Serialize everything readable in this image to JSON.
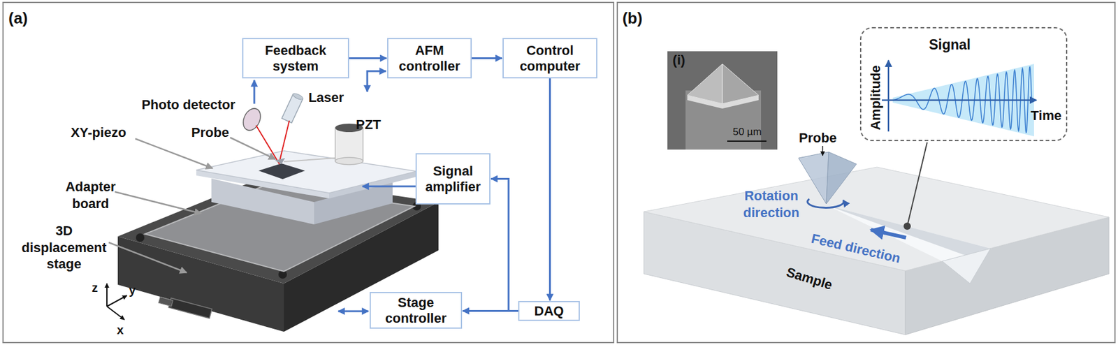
{
  "diagram": {
    "nodes": [
      {
        "text": [
          "Feedback system"
        ]
      },
      {
        "text": [
          "AFM controller"
        ]
      },
      {
        "text": [
          "Control computer"
        ]
      },
      {
        "text": [
          "Signal amplifier"
        ]
      },
      {
        "text": [
          "Stage controller"
        ]
      },
      {
        "text": [
          "DAQ"
        ]
      },
      {
        "text": [
          "Signal"
        ]
      }
    ],
    "edges": [
      {
        "from": 0,
        "to": 1,
        "arrow": "to"
      },
      {
        "from": 1,
        "to": 2,
        "arrow": "to"
      },
      {
        "from": 2,
        "to": 5,
        "arrow": "to"
      },
      {
        "from": 5,
        "to": 4,
        "arrow": "to"
      },
      {
        "from": 5,
        "to": 3,
        "arrow": "to"
      }
    ],
    "labels": [
      "(a)",
      "Photo detector",
      "Laser",
      "PZT",
      "XY-piezo",
      "Probe",
      "Adapter board",
      "3D displacement stage",
      "z",
      "y",
      "x",
      "(b)",
      "(i)",
      "50 µm",
      "Amplitude",
      "Time",
      "Probe",
      "Rotation direction",
      "Feed direction",
      "Sample"
    ]
  }
}
